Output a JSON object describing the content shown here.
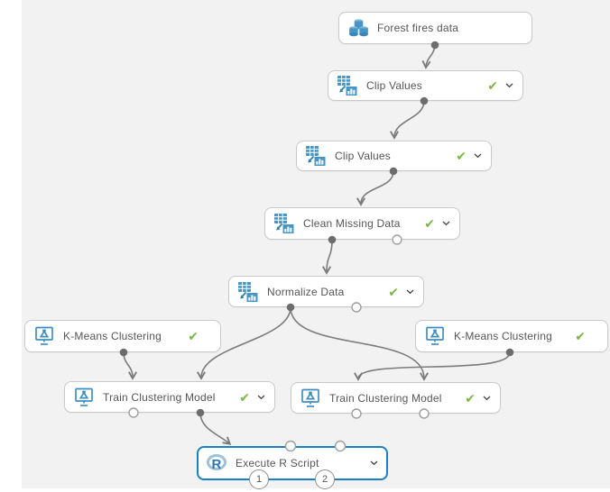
{
  "app": {
    "view": "machine-learning-experiment-canvas"
  },
  "colors": {
    "canvas_background": "#f1f2f1",
    "node_border": "#c9c9c9",
    "selected_border": "#1c80c4",
    "icon_blue": "#4595c6",
    "check_green": "#7ab843",
    "connector_gray": "#7b7b7b"
  },
  "glyphs": {
    "check": "✔"
  },
  "nodes": [
    {
      "id": "forest-fires-data",
      "label": "Forest fires data",
      "icon": "dataset-icon",
      "status_check": false,
      "has_chevron": false,
      "selected": false
    },
    {
      "id": "clip-values-1",
      "label": "Clip Values",
      "icon": "transform-icon",
      "status_check": true,
      "has_chevron": true,
      "selected": false
    },
    {
      "id": "clip-values-2",
      "label": "Clip Values",
      "icon": "transform-icon",
      "status_check": true,
      "has_chevron": true,
      "selected": false
    },
    {
      "id": "clean-missing-data",
      "label": "Clean Missing Data",
      "icon": "transform-icon",
      "status_check": true,
      "has_chevron": true,
      "selected": false
    },
    {
      "id": "normalize-data",
      "label": "Normalize Data",
      "icon": "transform-icon",
      "status_check": true,
      "has_chevron": true,
      "selected": false
    },
    {
      "id": "kmeans-clustering-left",
      "label": "K-Means Clustering",
      "icon": "ml-model-icon",
      "status_check": true,
      "has_chevron": false,
      "selected": false
    },
    {
      "id": "kmeans-clustering-right",
      "label": "K-Means Clustering",
      "icon": "ml-model-icon",
      "status_check": true,
      "has_chevron": false,
      "selected": false
    },
    {
      "id": "train-clustering-left",
      "label": "Train Clustering Model",
      "icon": "ml-model-icon",
      "status_check": true,
      "has_chevron": true,
      "selected": false
    },
    {
      "id": "train-clustering-right",
      "label": "Train Clustering Model",
      "icon": "ml-model-icon",
      "status_check": true,
      "has_chevron": true,
      "selected": false
    },
    {
      "id": "execute-r-script",
      "label": "Execute R Script",
      "icon": "r-script-icon",
      "status_check": false,
      "has_chevron": true,
      "selected": true,
      "output_ports": [
        "1",
        "2"
      ]
    }
  ],
  "edges": [
    {
      "from": "forest-fires-data",
      "to": "clip-values-1",
      "to_port": 1
    },
    {
      "from": "clip-values-1",
      "to": "clip-values-2",
      "to_port": 1
    },
    {
      "from": "clip-values-2",
      "to": "clean-missing-data",
      "to_port": 1
    },
    {
      "from": "clean-missing-data",
      "to": "normalize-data",
      "to_port": 1
    },
    {
      "from": "normalize-data",
      "to": "train-clustering-left",
      "to_port": 2
    },
    {
      "from": "normalize-data",
      "to": "train-clustering-right",
      "to_port": 2
    },
    {
      "from": "kmeans-clustering-left",
      "to": "train-clustering-left",
      "to_port": 1
    },
    {
      "from": "kmeans-clustering-right",
      "to": "train-clustering-right",
      "to_port": 1
    },
    {
      "from": "train-clustering-left",
      "to": "execute-r-script",
      "to_port": 1
    }
  ]
}
